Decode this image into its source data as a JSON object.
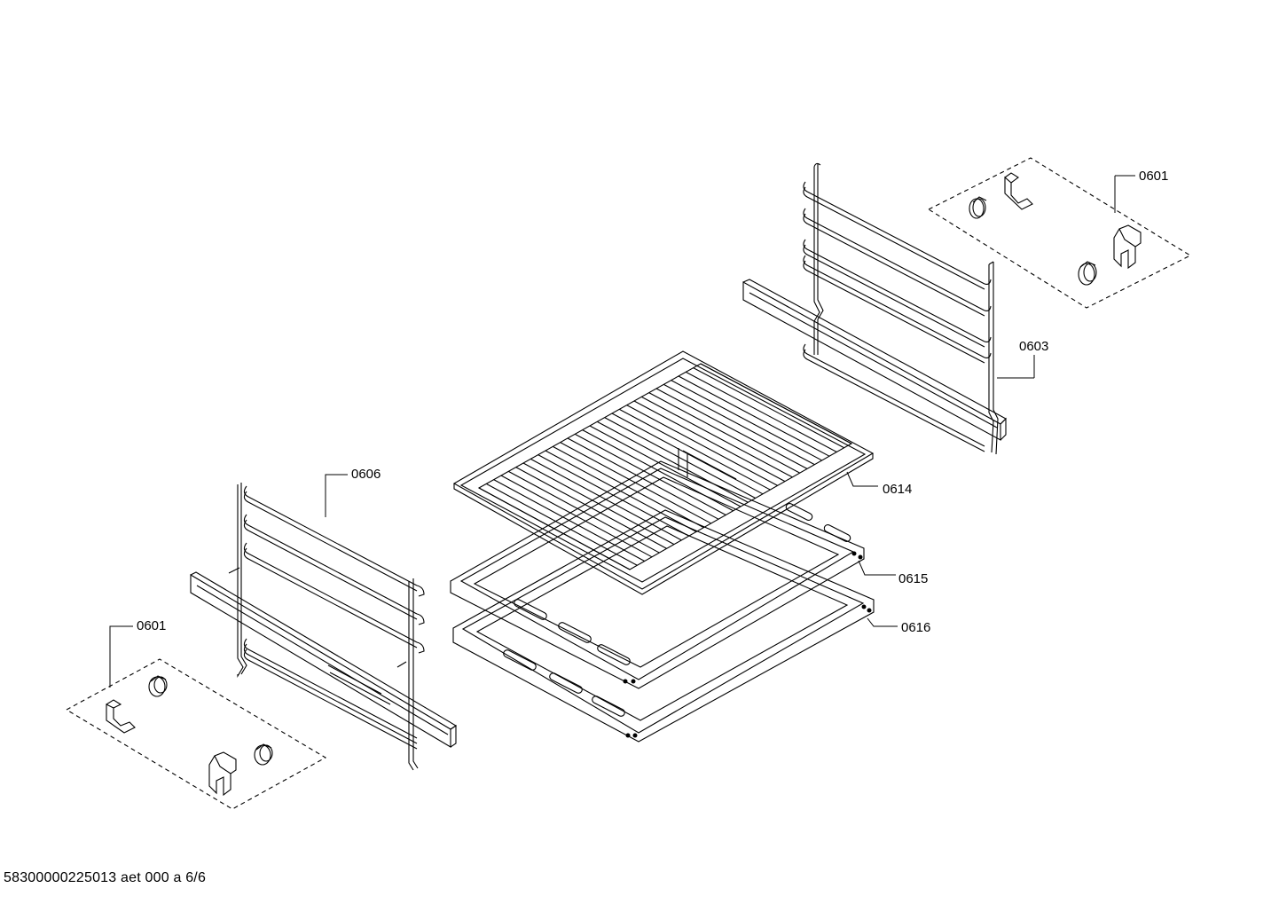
{
  "callouts": {
    "c0601_top": "0601",
    "c0603": "0603",
    "c0614": "0614",
    "c0615": "0615",
    "c0616": "0616",
    "c0606": "0606",
    "c0601_bottom": "0601"
  },
  "footer": {
    "doc_id": "58300000225013 aet 000 a 6/6"
  },
  "colors": {
    "line": "#000000",
    "background": "#ffffff"
  }
}
